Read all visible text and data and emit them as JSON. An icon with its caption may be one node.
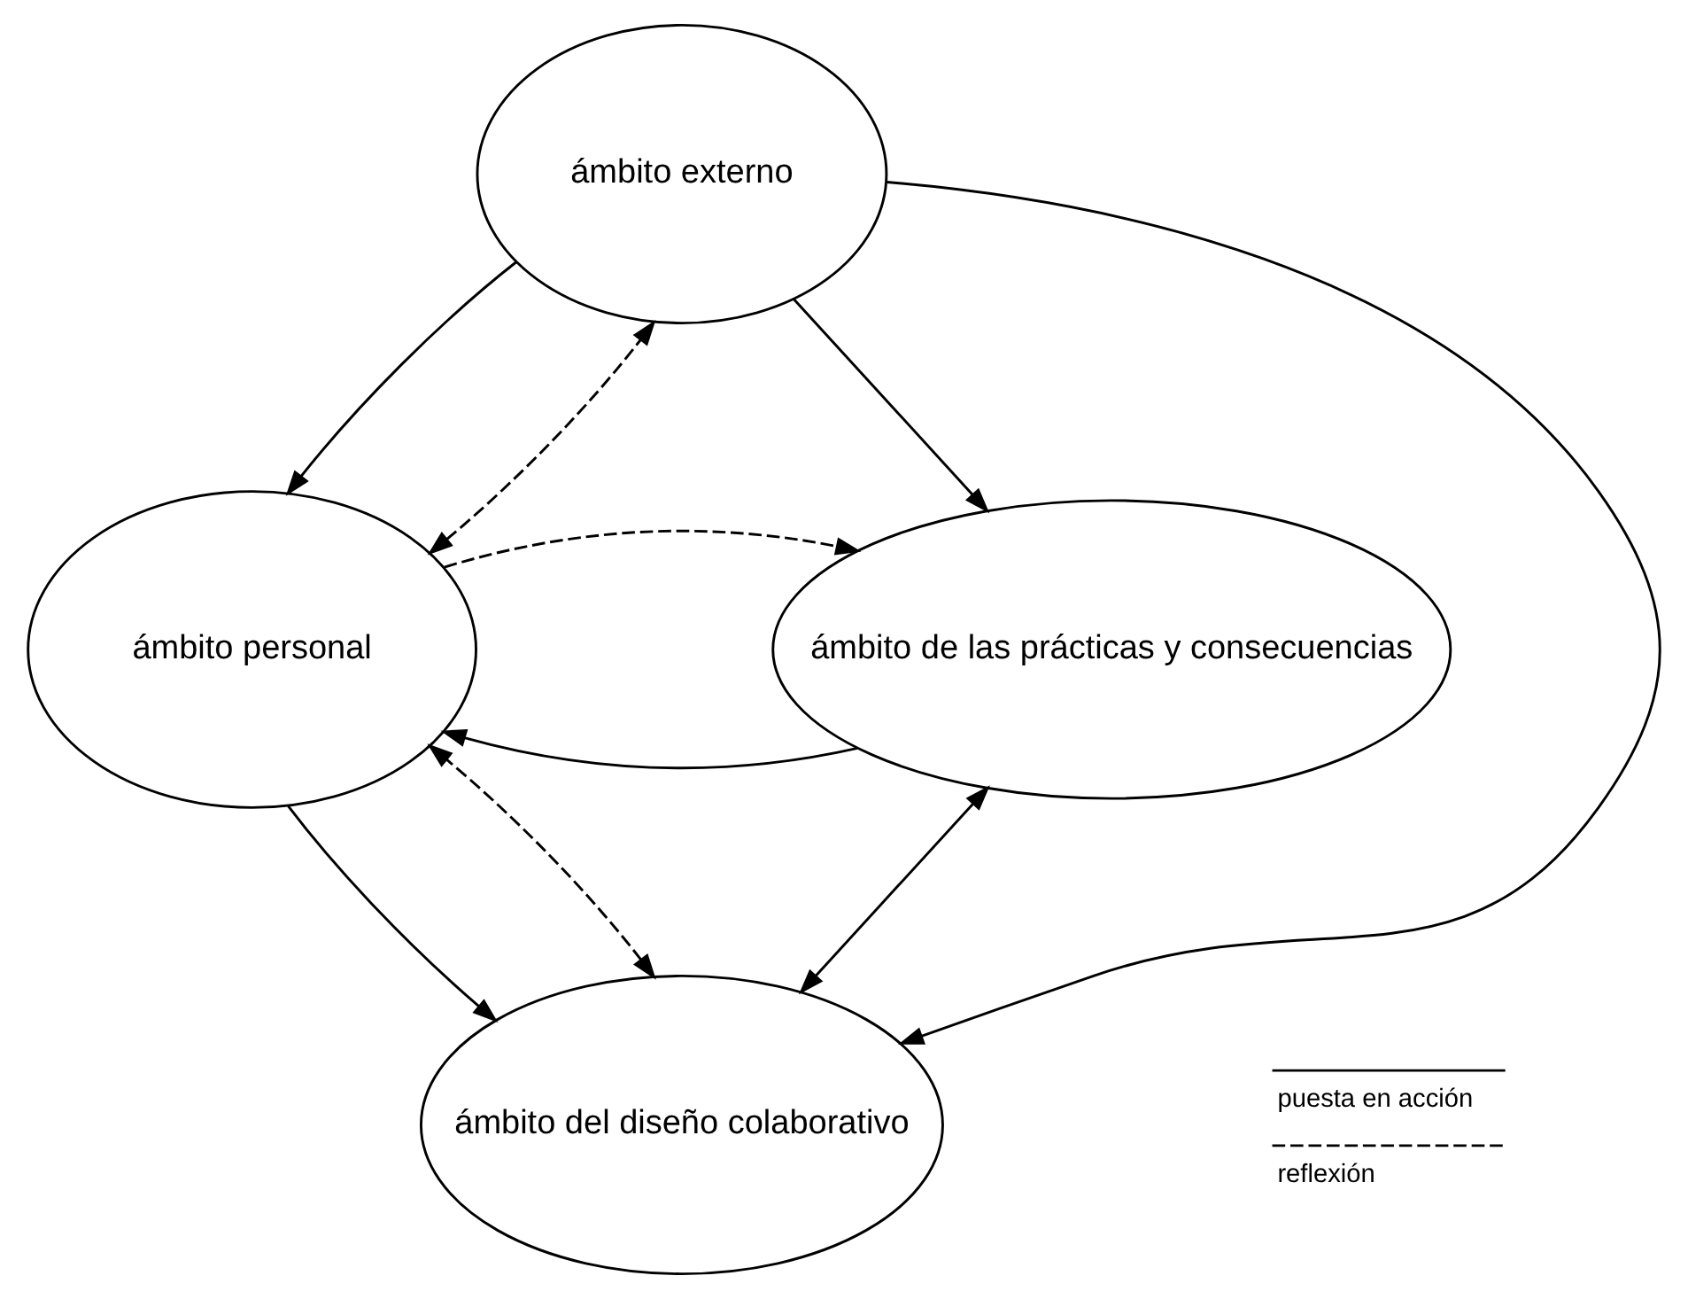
{
  "diagram": {
    "nodes": [
      {
        "text": [
          "ámbito externo"
        ]
      },
      {
        "text": [
          "ámbito personal"
        ]
      },
      {
        "text": [
          "ámbito de las prácticas y consecuencias"
        ]
      },
      {
        "text": [
          "ámbito del diseño colaborativo"
        ]
      }
    ],
    "edges": [
      {
        "from": 0,
        "to": 1,
        "arrow": "to"
      },
      {
        "from": 0,
        "to": 2,
        "arrow": "to"
      },
      {
        "from": 0,
        "to": 3,
        "arrow": "to"
      },
      {
        "from": 2,
        "to": 1,
        "arrow": "to"
      },
      {
        "from": 1,
        "to": 3,
        "arrow": "to"
      },
      {
        "from": 3,
        "to": 2,
        "arrow": "both"
      },
      {
        "from": 1,
        "to": 0,
        "arrow": "both",
        "style": "dashed"
      },
      {
        "from": 1,
        "to": 2,
        "arrow": "to",
        "style": "dashed"
      },
      {
        "from": 3,
        "to": 1,
        "arrow": "both",
        "style": "dashed"
      }
    ],
    "legend": [
      {
        "text": "puesta en acción"
      },
      {
        "text": "reflexión"
      }
    ]
  }
}
